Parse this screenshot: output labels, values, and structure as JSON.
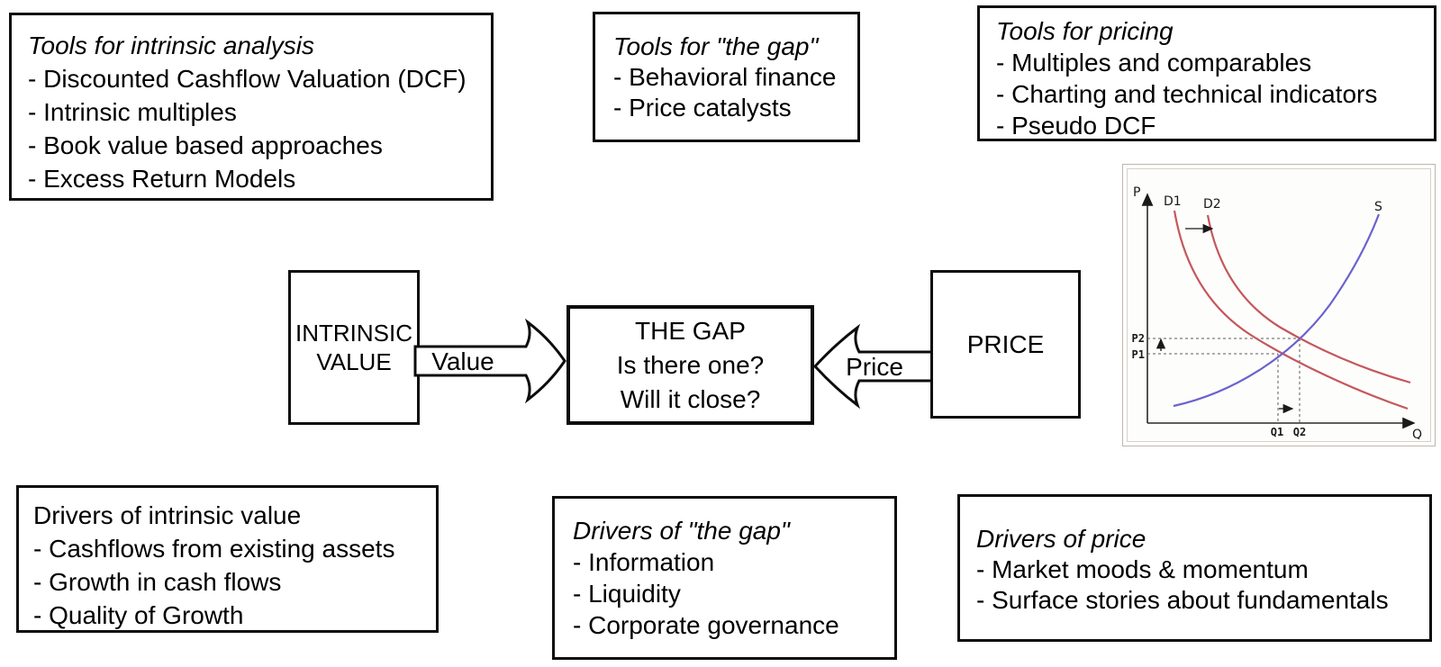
{
  "boxes": {
    "tools_intrinsic": {
      "title": "Tools for intrinsic analysis",
      "items": [
        "- Discounted Cashflow Valuation (DCF)",
        "- Intrinsic multiples",
        "- Book value based approaches",
        "- Excess Return Models"
      ]
    },
    "tools_gap": {
      "title": "Tools for \"the gap\"",
      "items": [
        "- Behavioral finance",
        "- Price catalysts"
      ]
    },
    "tools_pricing": {
      "title": "Tools for pricing",
      "items": [
        "- Multiples and comparables",
        "- Charting and technical indicators",
        "- Pseudo DCF"
      ]
    },
    "drivers_intrinsic": {
      "title": "Drivers of intrinsic value",
      "items": [
        "- Cashflows from existing assets",
        "- Growth in cash flows",
        "- Quality of Growth"
      ]
    },
    "drivers_gap": {
      "title": "Drivers of \"the gap\"",
      "items": [
        "- Information",
        "- Liquidity",
        "- Corporate governance"
      ]
    },
    "drivers_price": {
      "title": "Drivers of price",
      "items": [
        "- Market moods & momentum",
        "- Surface stories about fundamentals"
      ]
    }
  },
  "flow": {
    "intrinsic_value_line1": "INTRINSIC",
    "intrinsic_value_line2": "VALUE",
    "gap_line1": "THE GAP",
    "gap_line2": "Is there one?",
    "gap_line3": "Will it close?",
    "price": "PRICE",
    "value_arrow_label": "Value",
    "price_arrow_label": "Price"
  },
  "chart_data": {
    "type": "line",
    "title": "",
    "xlabel": "Q",
    "ylabel": "P",
    "grid": false,
    "series": [
      {
        "name": "D1",
        "color": "#c4575c",
        "shape": "convex downward-sloping demand curve"
      },
      {
        "name": "D2",
        "color": "#c4575c",
        "shape": "demand curve shifted right of D1"
      },
      {
        "name": "S",
        "color": "#6a62cd",
        "shape": "upward-sloping supply curve"
      }
    ],
    "annotations": {
      "p1": "P1",
      "p2": "P2",
      "q1": "Q1",
      "q2": "Q2",
      "meaning": "demand shift D1->D2 moves equilibrium from (Q1,P1) to (Q2,P2)"
    },
    "guide_color": "#5a5a5a",
    "axis_color": "#2a2a2a"
  }
}
